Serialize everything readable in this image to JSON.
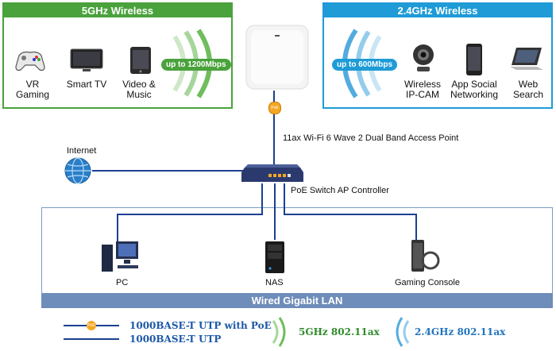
{
  "wireless_5g": {
    "title": "5GHz Wireless",
    "speed_badge": "up to 1200Mbps",
    "devices": [
      {
        "label_line1": "VR",
        "label_line2": "Gaming"
      },
      {
        "label_line1": "Smart TV",
        "label_line2": ""
      },
      {
        "label_line1": "Video &",
        "label_line2": "Music"
      }
    ]
  },
  "wireless_24g": {
    "title": "2.4GHz Wireless",
    "speed_badge": "up to 600Mbps",
    "devices": [
      {
        "label_line1": "Wireless",
        "label_line2": "IP-CAM"
      },
      {
        "label_line1": "App Social",
        "label_line2": "Networking"
      },
      {
        "label_line1": "Web",
        "label_line2": "Search"
      }
    ]
  },
  "access_point": {
    "label": "11ax Wi-Fi 6 Wave 2 Dual Band Access Point",
    "poe_tag": "PoE"
  },
  "internet": {
    "label": "Internet"
  },
  "switch": {
    "label": "PoE Switch AP Controller"
  },
  "wired_lan": {
    "title": "Wired Gigabit LAN",
    "devices": [
      {
        "label": "PC"
      },
      {
        "label": "NAS"
      },
      {
        "label": "Gaming Console"
      }
    ]
  },
  "legend": {
    "poe_line": "1000BASE-T UTP with PoE",
    "utp_line": "1000BASE-T UTP",
    "wifi_5g": "5GHz 802.11ax",
    "wifi_24g": "2.4GHz 802.11ax",
    "poe_tag": "PoE"
  },
  "colors": {
    "green": "#4aa23c",
    "blue": "#1f9bd7",
    "cable": "#1c3f93",
    "poe_orange": "#f5a623",
    "lan_bar": "#6f8dba"
  }
}
